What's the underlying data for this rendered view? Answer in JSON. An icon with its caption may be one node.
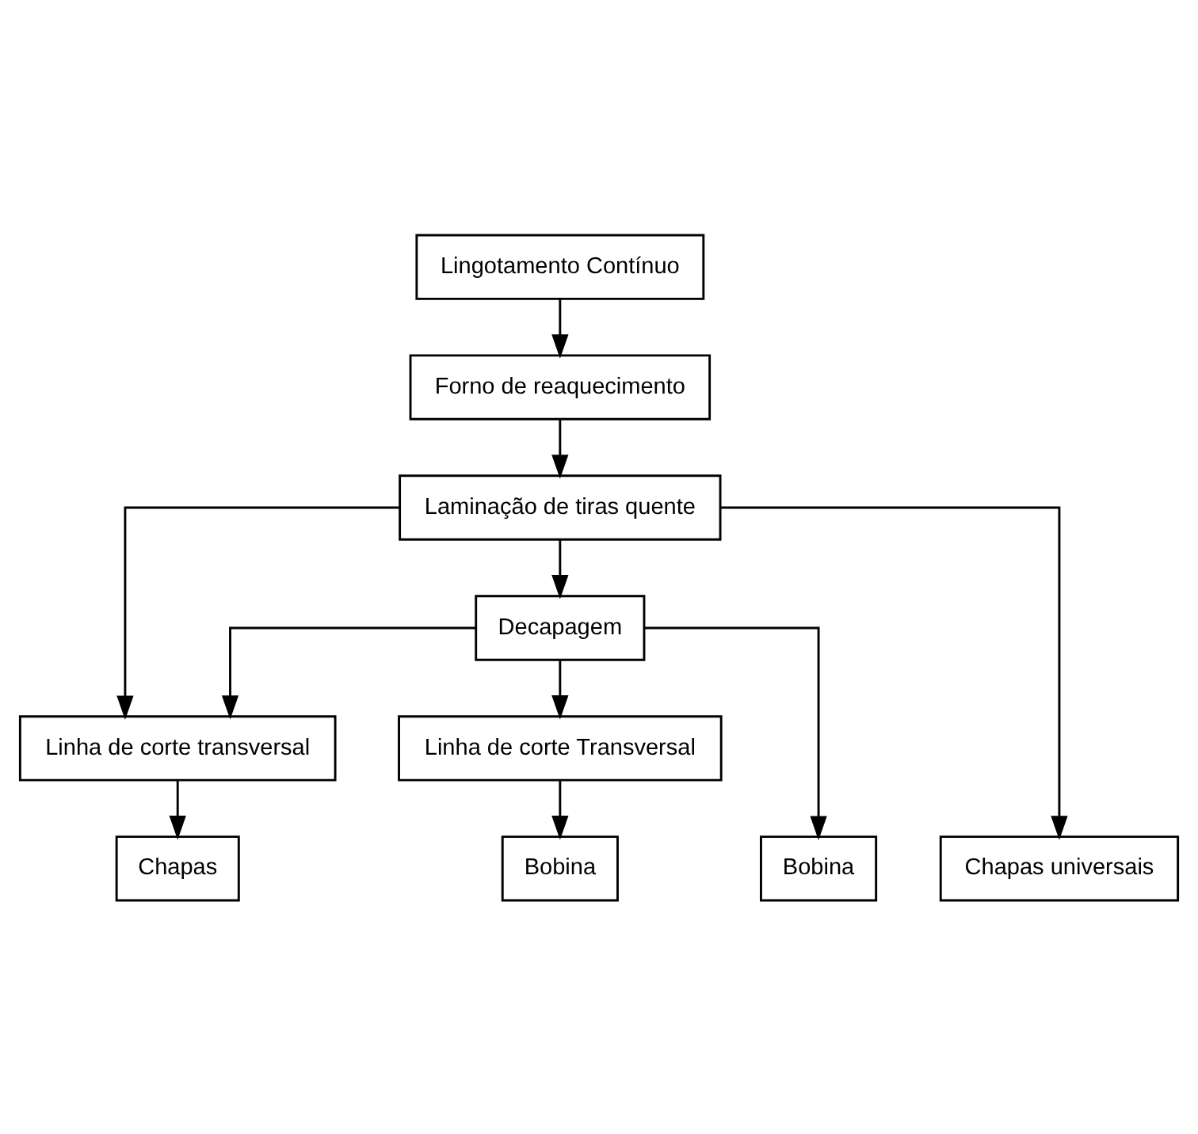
{
  "diagram": {
    "nodes": [
      {
        "text": [
          "Lingotamento Contínuo"
        ]
      },
      {
        "text": [
          "Forno de reaquecimento"
        ]
      },
      {
        "text": [
          "Laminação de tiras quente"
        ]
      },
      {
        "text": [
          "Decapagem"
        ]
      },
      {
        "text": [
          "Linha de corte transversal"
        ]
      },
      {
        "text": [
          "Linha de corte Transversal"
        ]
      },
      {
        "text": [
          "Chapas universais"
        ]
      },
      {
        "text": [
          "Chapas"
        ]
      },
      {
        "text": [
          "Bobina"
        ]
      },
      {
        "text": [
          "Bobina"
        ]
      }
    ],
    "edges": [
      {
        "from": 0,
        "to": 1,
        "arrow": "to"
      },
      {
        "from": 1,
        "to": 2,
        "arrow": "to"
      },
      {
        "from": 2,
        "to": 6,
        "arrow": "to"
      },
      {
        "from": 2,
        "to": 4,
        "arrow": "to"
      },
      {
        "from": 2,
        "to": 3,
        "arrow": "to"
      },
      {
        "from": 3,
        "to": 4,
        "arrow": "to"
      },
      {
        "from": 3,
        "to": 5,
        "arrow": "to"
      },
      {
        "from": 3,
        "to": 9,
        "arrow": "to"
      },
      {
        "from": 4,
        "to": 7,
        "arrow": "to"
      },
      {
        "from": 5,
        "to": 8,
        "arrow": "to"
      }
    ]
  }
}
